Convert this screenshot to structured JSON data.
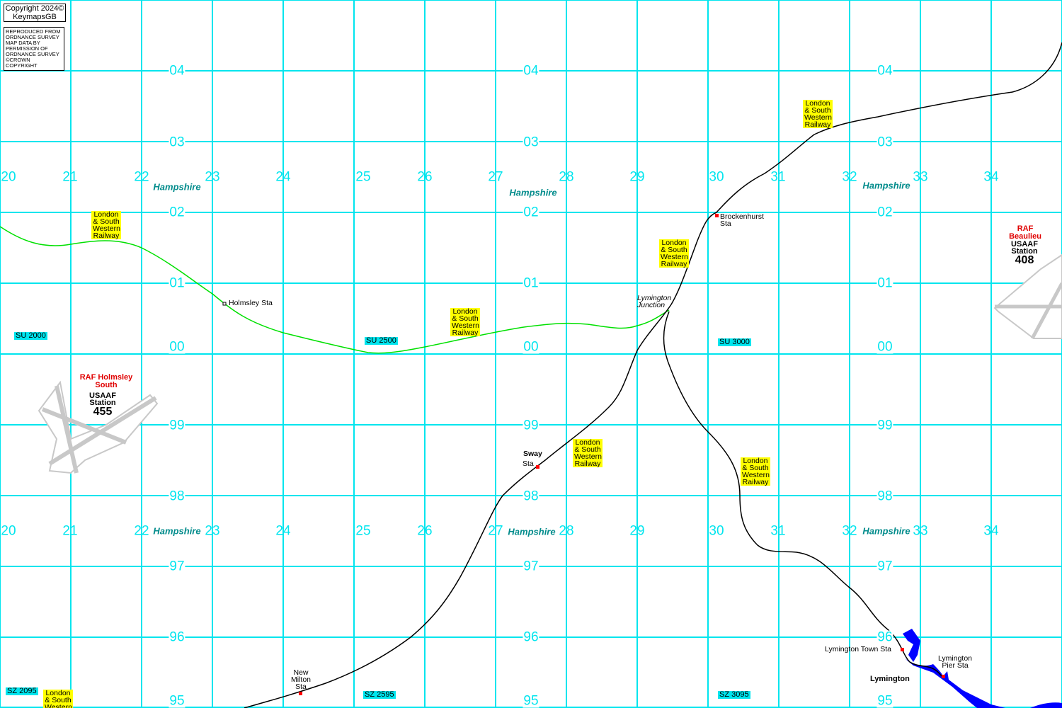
{
  "copyright": {
    "line1": "Copyright 2024©",
    "line2": "KeymapsGB"
  },
  "reproduced": "REPRODUCED FROM ORDNANCE SURVEY MAP DATA BY PERMISSION OF ORDNANCE SURVEY ©CROWN COPYRIGHT",
  "colors": {
    "grid": "#00e5ee",
    "railway_green": "#00e000",
    "railway": "#000000",
    "water": "#0000ff",
    "station": "#ff0000",
    "label_bg": "#ffff00"
  },
  "eastings": [
    "20",
    "21",
    "22",
    "23",
    "24",
    "25",
    "26",
    "27",
    "28",
    "29",
    "30",
    "31",
    "32",
    "33",
    "34"
  ],
  "northings": [
    "04",
    "03",
    "02",
    "01",
    "00",
    "99",
    "98",
    "97",
    "96",
    "95"
  ],
  "county": "Hampshire",
  "grid_refs": {
    "su2000": "SU 2000",
    "su2500": "SU 2500",
    "su3000": "SU 3000",
    "sz2095": "SZ 2095",
    "sz2595": "SZ 2595",
    "sz3095": "SZ 3095"
  },
  "railway_label": "London & South Western Railway",
  "stations": {
    "holmsley": "Holmsley Sta",
    "brockenhurst": "Brockenhurst Sta",
    "sway_name": "Sway",
    "sway_sta": "Sta",
    "new_milton": "New Milton Sta",
    "lym_town": "Lymington Town Sta",
    "lym_pier": "Lymington Pier Sta"
  },
  "junction": "Lymington Junction",
  "town": "Lymington",
  "airfields": [
    {
      "raf": "RAF Holmsley South",
      "usaaf": "USAAF Station",
      "number": "455"
    },
    {
      "raf": "RAF Beaulieu",
      "usaaf": "USAAF Station",
      "number": "408"
    }
  ]
}
